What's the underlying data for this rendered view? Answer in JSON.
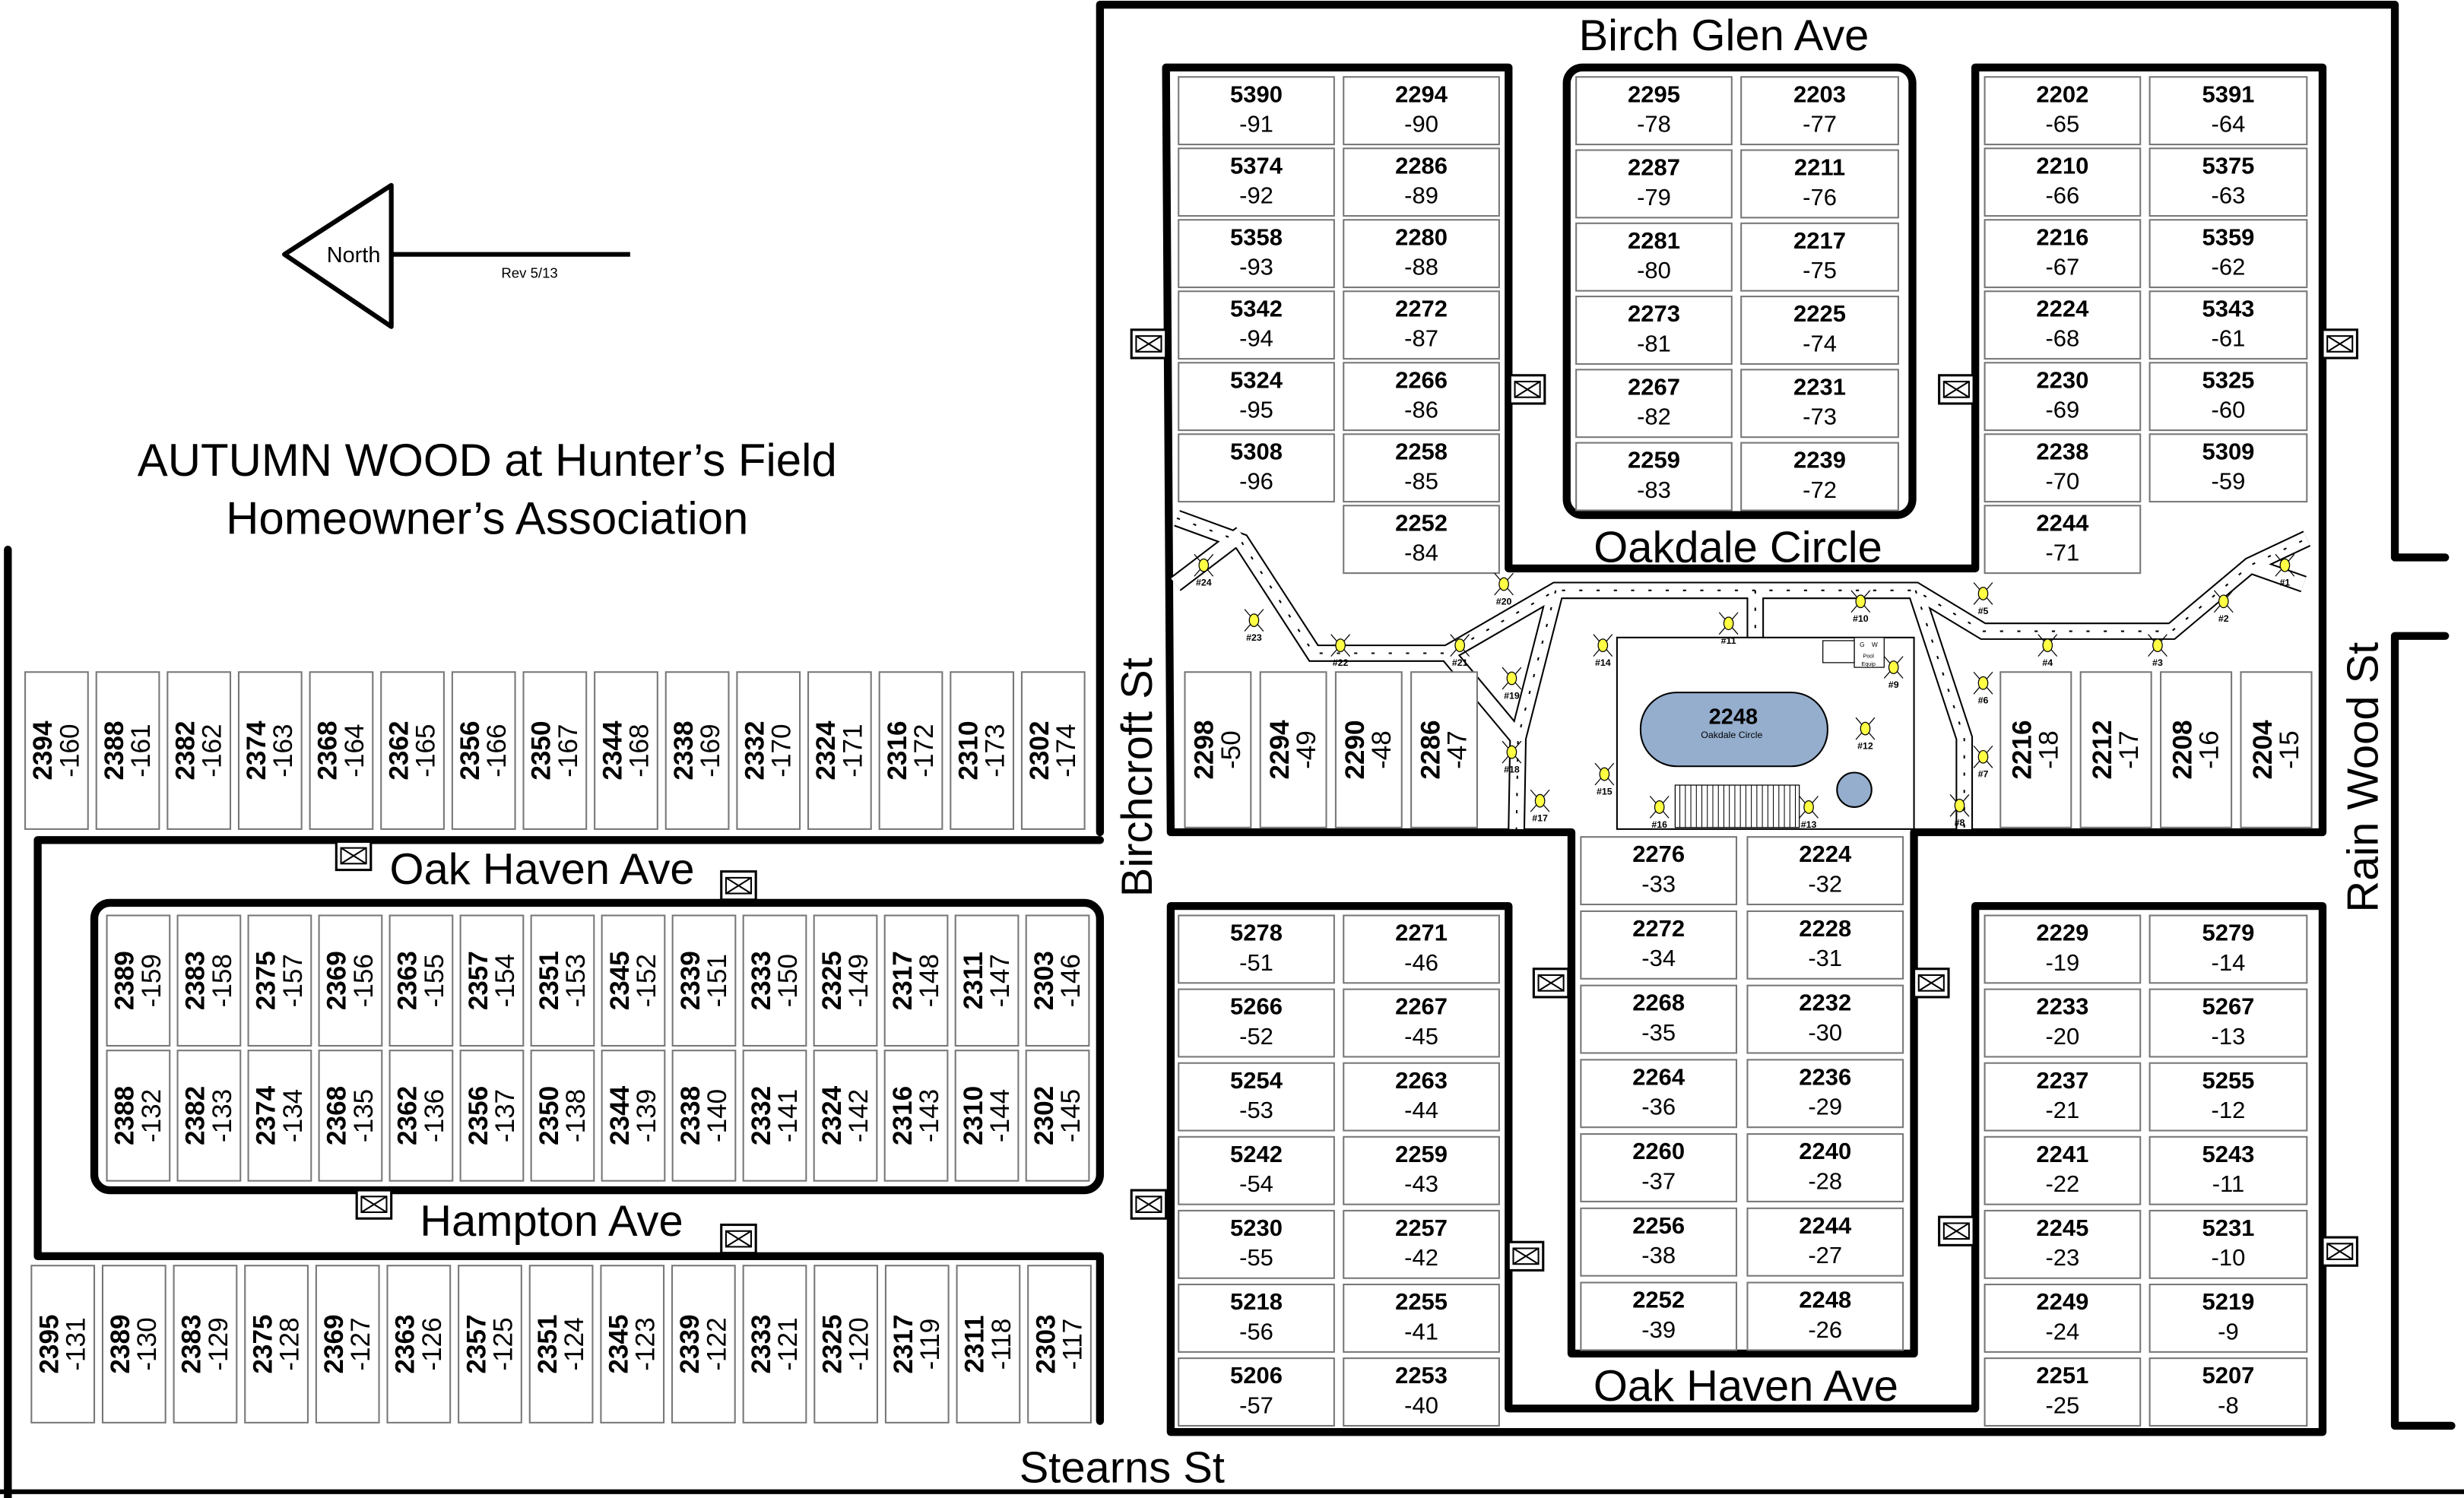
{
  "title": {
    "line1": "AUTUMN WOOD at Hunter’s Field",
    "line2": "Homeowner’s Association"
  },
  "compass": {
    "label": "North",
    "revision": "Rev 5/13"
  },
  "streets": {
    "birch_glen": "Birch Glen Ave",
    "oakdale_circle": "Oakdale Circle",
    "birchcroft": "Birchcroft St",
    "rain_wood": "Rain Wood St",
    "oak_haven_west": "Oak Haven Ave",
    "hampton": "Hampton Ave",
    "oak_haven_east": "Oak Haven Ave",
    "stearns": "Stearns St"
  },
  "pool": {
    "number": "2248",
    "name": "Oakdale Circle",
    "equip_g": "G",
    "equip_w": "W",
    "equip_label1": "Pool",
    "equip_label2": "Equip"
  },
  "colors": {
    "pool": "#95aece",
    "lamp": "#ffff44",
    "road": "#000000"
  },
  "lamps": [
    "#1",
    "#2",
    "#3",
    "#4",
    "#5",
    "#6",
    "#7",
    "#8",
    "#9",
    "#10",
    "#11",
    "#12",
    "#13",
    "#14",
    "#15",
    "#16",
    "#17",
    "#18",
    "#19",
    "#20",
    "#21",
    "#22",
    "#23",
    "#24"
  ],
  "lots": {
    "north_row": [
      [
        "2394",
        "-160"
      ],
      [
        "2388",
        "-161"
      ],
      [
        "2382",
        "-162"
      ],
      [
        "2374",
        "-163"
      ],
      [
        "2368",
        "-164"
      ],
      [
        "2362",
        "-165"
      ],
      [
        "2356",
        "-166"
      ],
      [
        "2350",
        "-167"
      ],
      [
        "2344",
        "-168"
      ],
      [
        "2338",
        "-169"
      ],
      [
        "2332",
        "-170"
      ],
      [
        "2324",
        "-171"
      ],
      [
        "2316",
        "-172"
      ],
      [
        "2310",
        "-173"
      ],
      [
        "2302",
        "-174"
      ]
    ],
    "oak_haven_inner_upper": [
      [
        "2389",
        "-159"
      ],
      [
        "2383",
        "-158"
      ],
      [
        "2375",
        "-157"
      ],
      [
        "2369",
        "-156"
      ],
      [
        "2363",
        "-155"
      ],
      [
        "2357",
        "-154"
      ],
      [
        "2351",
        "-153"
      ],
      [
        "2345",
        "-152"
      ],
      [
        "2339",
        "-151"
      ],
      [
        "2333",
        "-150"
      ],
      [
        "2325",
        "-149"
      ],
      [
        "2317",
        "-148"
      ],
      [
        "2311",
        "-147"
      ],
      [
        "2303",
        "-146"
      ]
    ],
    "oak_haven_inner_lower": [
      [
        "2388",
        "-132"
      ],
      [
        "2382",
        "-133"
      ],
      [
        "2374",
        "-134"
      ],
      [
        "2368",
        "-135"
      ],
      [
        "2362",
        "-136"
      ],
      [
        "2356",
        "-137"
      ],
      [
        "2350",
        "-138"
      ],
      [
        "2344",
        "-139"
      ],
      [
        "2338",
        "-140"
      ],
      [
        "2332",
        "-141"
      ],
      [
        "2324",
        "-142"
      ],
      [
        "2316",
        "-143"
      ],
      [
        "2310",
        "-144"
      ],
      [
        "2302",
        "-145"
      ]
    ],
    "south_row": [
      [
        "2395",
        "-131"
      ],
      [
        "2389",
        "-130"
      ],
      [
        "2383",
        "-129"
      ],
      [
        "2375",
        "-128"
      ],
      [
        "2369",
        "-127"
      ],
      [
        "2363",
        "-126"
      ],
      [
        "2357",
        "-125"
      ],
      [
        "2351",
        "-124"
      ],
      [
        "2345",
        "-123"
      ],
      [
        "2339",
        "-122"
      ],
      [
        "2333",
        "-121"
      ],
      [
        "2325",
        "-120"
      ],
      [
        "2317",
        "-119"
      ],
      [
        "2311",
        "-118"
      ],
      [
        "2303",
        "-117"
      ]
    ],
    "birchcroft_left": [
      [
        "5390",
        "-91"
      ],
      [
        "5374",
        "-92"
      ],
      [
        "5358",
        "-93"
      ],
      [
        "5342",
        "-94"
      ],
      [
        "5324",
        "-95"
      ],
      [
        "5308",
        "-96"
      ]
    ],
    "birchcroft_right": [
      [
        "2294",
        "-90"
      ],
      [
        "2286",
        "-89"
      ],
      [
        "2280",
        "-88"
      ],
      [
        "2272",
        "-87"
      ],
      [
        "2266",
        "-86"
      ],
      [
        "2258",
        "-85"
      ],
      [
        "2252",
        "-84"
      ]
    ],
    "oakdale_left": [
      [
        "2295",
        "-78"
      ],
      [
        "2287",
        "-79"
      ],
      [
        "2281",
        "-80"
      ],
      [
        "2273",
        "-81"
      ],
      [
        "2267",
        "-82"
      ],
      [
        "2259",
        "-83"
      ]
    ],
    "oakdale_right": [
      [
        "2203",
        "-77"
      ],
      [
        "2211",
        "-76"
      ],
      [
        "2217",
        "-75"
      ],
      [
        "2225",
        "-74"
      ],
      [
        "2231",
        "-73"
      ],
      [
        "2239",
        "-72"
      ]
    ],
    "northeast_left": [
      [
        "2202",
        "-65"
      ],
      [
        "2210",
        "-66"
      ],
      [
        "2216",
        "-67"
      ],
      [
        "2224",
        "-68"
      ],
      [
        "2230",
        "-69"
      ],
      [
        "2238",
        "-70"
      ],
      [
        "2244",
        "-71"
      ]
    ],
    "northeast_right": [
      [
        "5391",
        "-64"
      ],
      [
        "5375",
        "-63"
      ],
      [
        "5359",
        "-62"
      ],
      [
        "5343",
        "-61"
      ],
      [
        "5325",
        "-60"
      ],
      [
        "5309",
        "-59"
      ]
    ],
    "mid_west_row": [
      [
        "2298",
        "-50"
      ],
      [
        "2294",
        "-49"
      ],
      [
        "2290",
        "-48"
      ],
      [
        "2286",
        "-47"
      ]
    ],
    "mid_east_row": [
      [
        "2216",
        "-18"
      ],
      [
        "2212",
        "-17"
      ],
      [
        "2208",
        "-16"
      ],
      [
        "2204",
        "-15"
      ]
    ],
    "southwest_left": [
      [
        "5278",
        "-51"
      ],
      [
        "5266",
        "-52"
      ],
      [
        "5254",
        "-53"
      ],
      [
        "5242",
        "-54"
      ],
      [
        "5230",
        "-55"
      ],
      [
        "5218",
        "-56"
      ],
      [
        "5206",
        "-57"
      ]
    ],
    "southwest_right": [
      [
        "2271",
        "-46"
      ],
      [
        "2267",
        "-45"
      ],
      [
        "2263",
        "-44"
      ],
      [
        "2259",
        "-43"
      ],
      [
        "2257",
        "-42"
      ],
      [
        "2255",
        "-41"
      ],
      [
        "2253",
        "-40"
      ]
    ],
    "center_left": [
      [
        "2276",
        "-33"
      ],
      [
        "2272",
        "-34"
      ],
      [
        "2268",
        "-35"
      ],
      [
        "2264",
        "-36"
      ],
      [
        "2260",
        "-37"
      ],
      [
        "2256",
        "-38"
      ],
      [
        "2252",
        "-39"
      ]
    ],
    "center_right": [
      [
        "2224",
        "-32"
      ],
      [
        "2228",
        "-31"
      ],
      [
        "2232",
        "-30"
      ],
      [
        "2236",
        "-29"
      ],
      [
        "2240",
        "-28"
      ],
      [
        "2244",
        "-27"
      ],
      [
        "2248",
        "-26"
      ]
    ],
    "southeast_left": [
      [
        "2229",
        "-19"
      ],
      [
        "2233",
        "-20"
      ],
      [
        "2237",
        "-21"
      ],
      [
        "2241",
        "-22"
      ],
      [
        "2245",
        "-23"
      ],
      [
        "2249",
        "-24"
      ],
      [
        "2251",
        "-25"
      ]
    ],
    "southeast_right": [
      [
        "5279",
        "-14"
      ],
      [
        "5267",
        "-13"
      ],
      [
        "5255",
        "-12"
      ],
      [
        "5243",
        "-11"
      ],
      [
        "5231",
        "-10"
      ],
      [
        "5219",
        "-9"
      ],
      [
        "5207",
        "-8"
      ]
    ]
  }
}
